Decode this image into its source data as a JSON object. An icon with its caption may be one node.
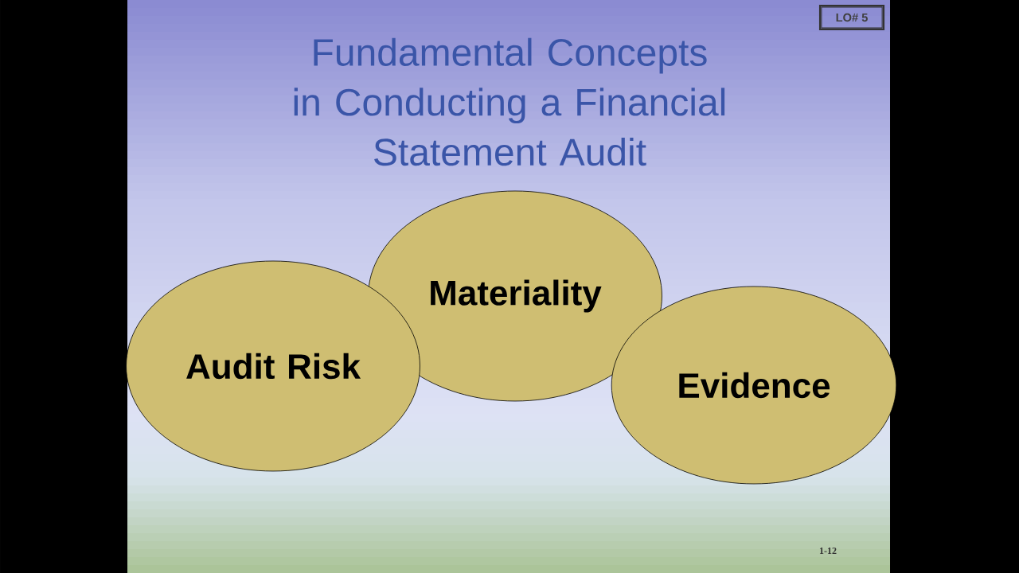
{
  "diagram": {
    "title": "Fundamental Concepts in Conducting a Financial Statement Audit",
    "nodes": [
      {
        "text": [
          "LO# 5"
        ]
      },
      {
        "text": [
          "Materiality"
        ]
      },
      {
        "text": [
          "Audit Risk"
        ]
      },
      {
        "text": [
          "Evidence"
        ]
      }
    ],
    "labels": [
      "1-12"
    ]
  }
}
